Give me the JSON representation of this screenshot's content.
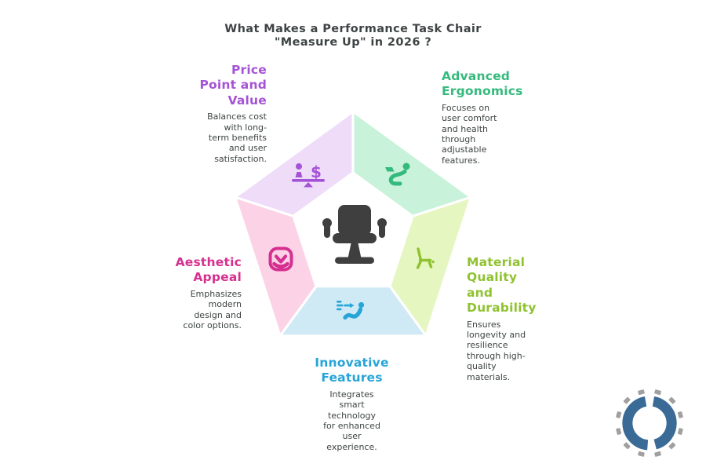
{
  "title": {
    "line1": "What Makes a Performance Task Chair",
    "line2": "\"Measure Up\" in 2026 ?"
  },
  "text_color": "#3e4444",
  "background": "#ffffff",
  "center": {
    "icon": "office-chair-icon",
    "color": "#3f3f3f"
  },
  "sections": {
    "price": {
      "heading": [
        "Price",
        "Point and",
        "Value"
      ],
      "body": [
        "Balances cost",
        "with long-",
        "term benefits",
        "and user",
        "satisfaction."
      ],
      "accent": "#a553d6",
      "fill": "#eedcf9",
      "icon": "balance-scale-person-dollar-icon"
    },
    "ergonomics": {
      "heading": [
        "Advanced",
        "Ergonomics"
      ],
      "body": [
        "Focuses on",
        "user comfort",
        "and health",
        "through",
        "adjustable",
        "features."
      ],
      "accent": "#35ba7d",
      "fill": "#c8f2da",
      "icon": "person-reclining-laptop-icon"
    },
    "material": {
      "heading": [
        "Material",
        "Quality",
        "and",
        "Durability"
      ],
      "body": [
        "Ensures",
        "longevity and",
        "resilience",
        "through high-",
        "quality",
        "materials."
      ],
      "accent": "#8fc22f",
      "fill": "#e6f6c1",
      "icon": "lounge-chair-side-icon"
    },
    "innovative": {
      "heading": [
        "Innovative",
        "Features"
      ],
      "body": [
        "Integrates",
        "smart",
        "technology",
        "for enhanced",
        "user",
        "experience."
      ],
      "accent": "#27a5d7",
      "fill": "#cfe9f5",
      "icon": "person-motion-icon"
    },
    "aesthetic": {
      "heading": [
        "Aesthetic",
        "Appeal"
      ],
      "body": [
        "Emphasizes",
        "modern",
        "design and",
        "color options."
      ],
      "accent": "#d53090",
      "fill": "#fcd3e6",
      "icon": "seat-heart-icon"
    }
  },
  "logo": {
    "icon": "gear-ring-logo-icon",
    "ring_color": "#3a6b96",
    "teeth_color": "#a0a0a0"
  }
}
